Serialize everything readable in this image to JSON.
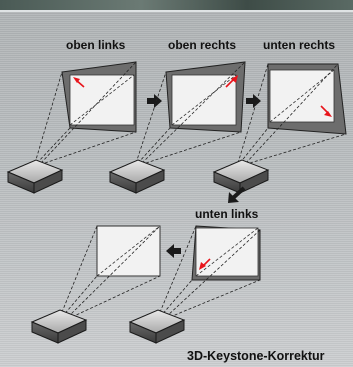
{
  "labels": {
    "top_left": "oben links",
    "top_right": "oben rechts",
    "bottom_right": "unten rechts",
    "bottom_left": "unten links"
  },
  "title": "3D-Keystone-Korrektur",
  "colors": {
    "background": "#b8bcbe",
    "screen_fill": "#f2f2f2",
    "screen_stroke": "#333333",
    "arrow_red": "#e8141b",
    "flow_arrow": "#1a1a1a"
  }
}
